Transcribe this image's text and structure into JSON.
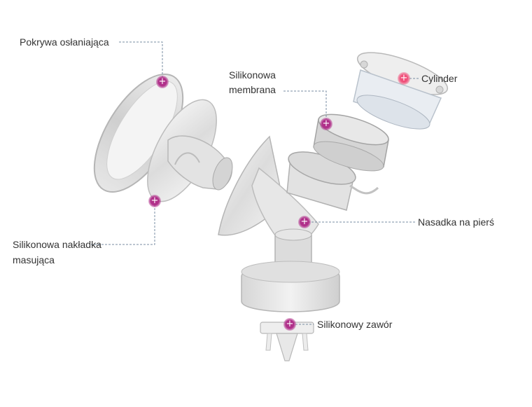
{
  "labels": {
    "cover": "Pokrywa osłaniająca",
    "membrane_line1": "Silikonowa",
    "membrane_line2": "membrana",
    "cylinder": "Cylinder",
    "nasadka": "Nasadka na pierś",
    "massage_line1": "Silikonowa nakładka",
    "massage_line2": "masująca",
    "valve": "Silikonowy zawór"
  },
  "colors": {
    "marker": "#b0308a",
    "cylinder_marker": "#f0507a",
    "leader_line": "#7a8ea3",
    "text": "#333333"
  },
  "icons": {
    "hotspot": "plus-icon"
  }
}
